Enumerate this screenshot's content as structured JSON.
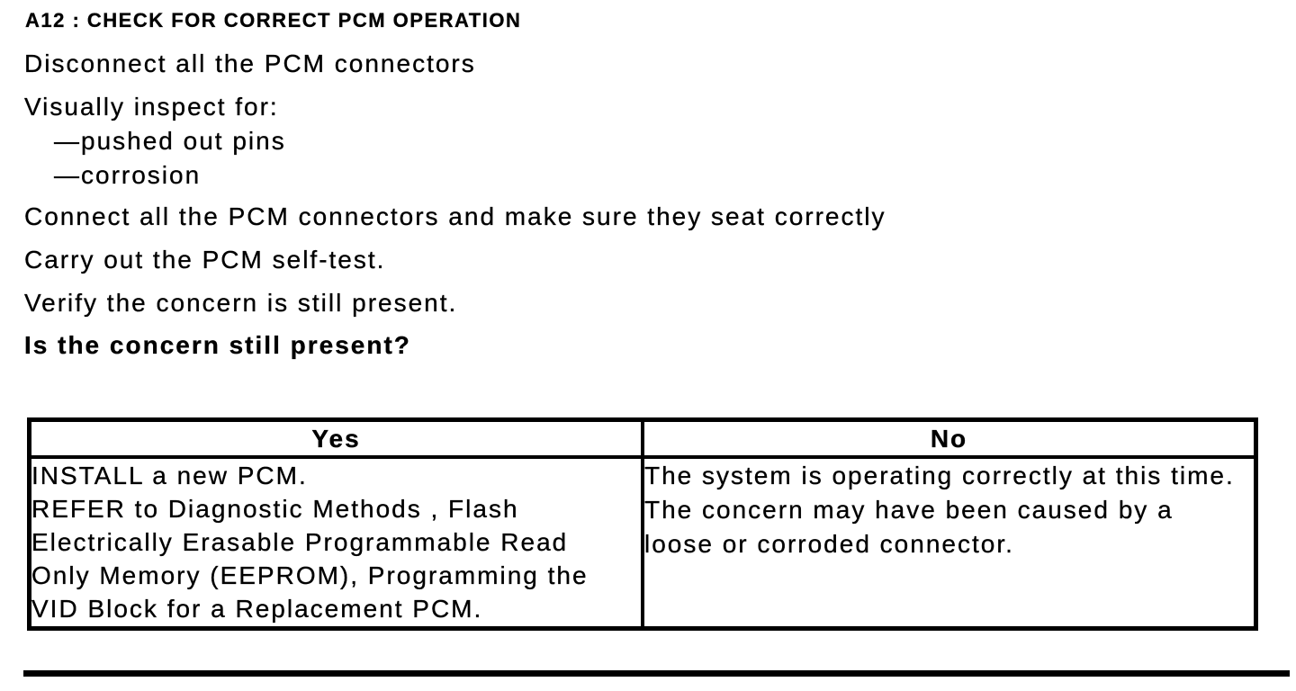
{
  "colors": {
    "background": "#ffffff",
    "text": "#000000",
    "table_border": "#000000"
  },
  "procedure": {
    "title": "A12 : CHECK FOR CORRECT PCM OPERATION",
    "steps": [
      "Disconnect all the PCM connectors",
      "Visually inspect for:",
      "—pushed out pins",
      "—corrosion",
      "Connect all the PCM connectors and make sure they seat correctly",
      "Carry out the PCM self-test.",
      "Verify the concern is still present."
    ],
    "question": "Is the concern still present?"
  },
  "result_table": {
    "yes_header": "Yes",
    "no_header": "No",
    "yes_lines": [
      "INSTALL a new PCM.",
      "REFER to Diagnostic Methods , Flash",
      "Electrically Erasable Programmable Read",
      "Only Memory  (EEPROM), Programming the",
      "VID Block for a Replacement PCM."
    ],
    "no_lines": [
      "The system is operating correctly at this time.",
      "The concern may have been caused by a",
      "loose or corroded connector."
    ]
  }
}
